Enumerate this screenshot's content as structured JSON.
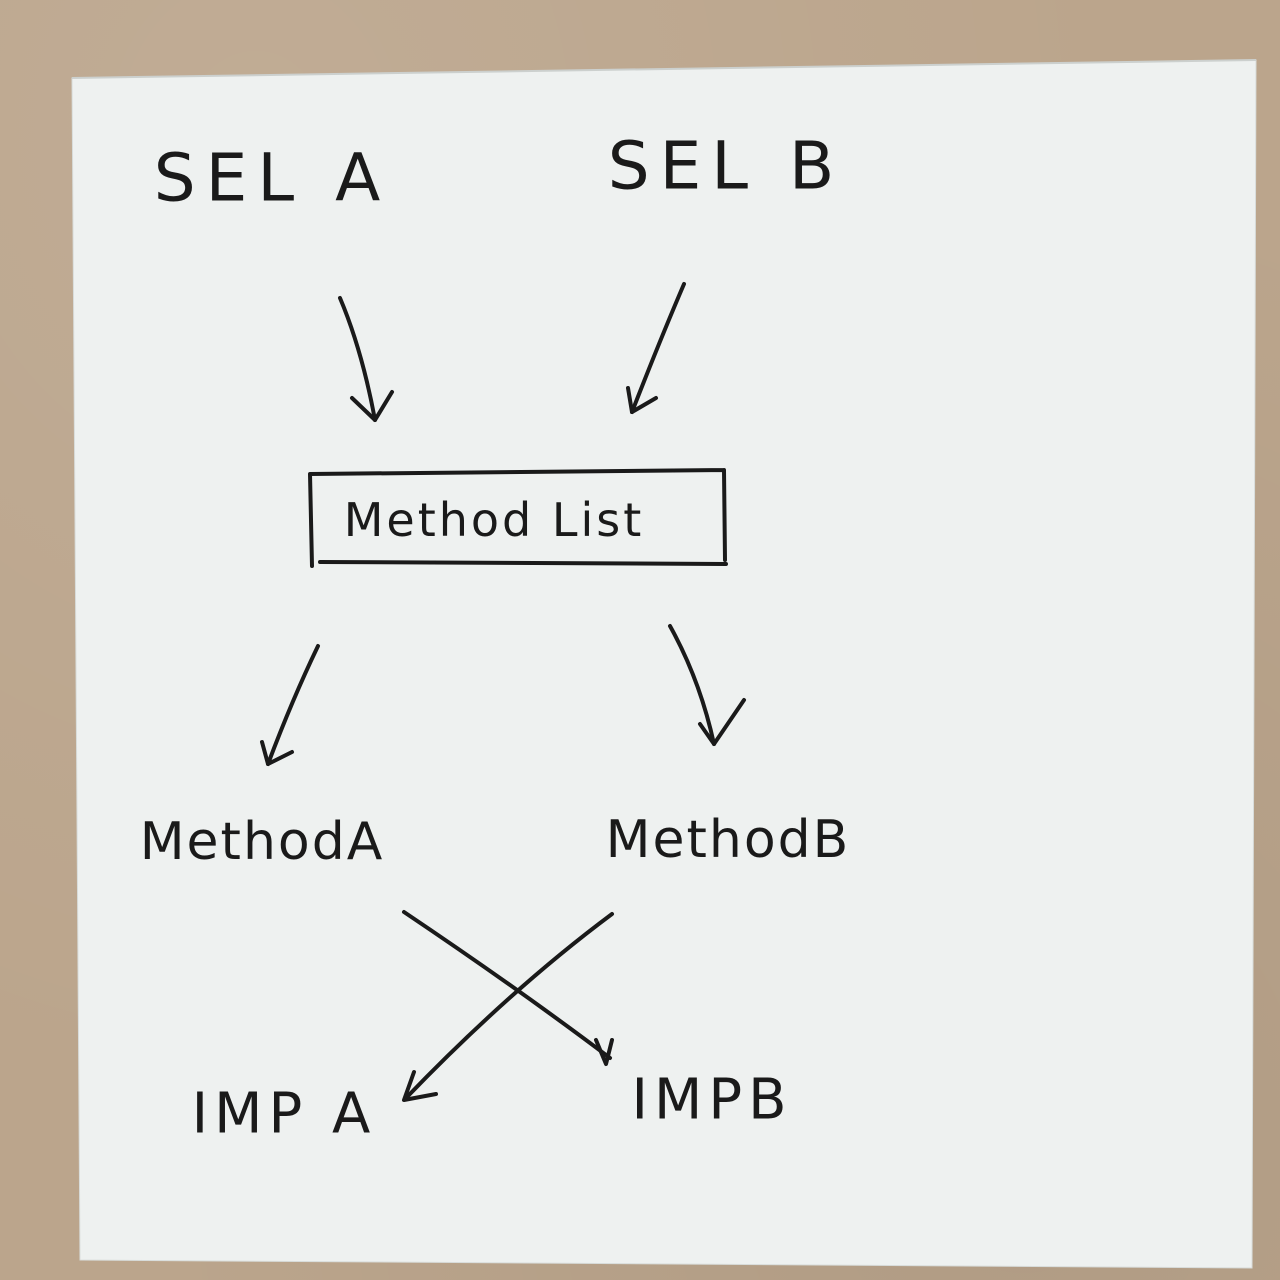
{
  "diagram": {
    "nodes": {
      "sel_a": "SEL A",
      "sel_b": "SEL B",
      "method_list": "Method List",
      "method_a": "MethodA",
      "method_b": "MethodB",
      "imp_a": "IMP A",
      "imp_b": "IMPB"
    },
    "edges": [
      {
        "from": "sel_a",
        "to": "method_list"
      },
      {
        "from": "sel_b",
        "to": "method_list"
      },
      {
        "from": "method_list",
        "to": "method_a"
      },
      {
        "from": "method_list",
        "to": "method_b"
      },
      {
        "from": "method_a",
        "to": "imp_b"
      },
      {
        "from": "method_b",
        "to": "imp_a"
      }
    ],
    "colors": {
      "background": "#bba58c",
      "paper": "#eef1f0",
      "ink": "#1a1a1a"
    }
  }
}
